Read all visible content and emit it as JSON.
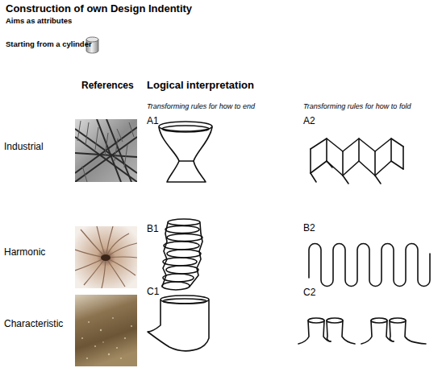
{
  "diagram": {
    "title": "Construction of own Design Indentity",
    "labels": [
      "Aims as attributes",
      "Starting from a cylinder",
      "References",
      "Logical interpretation",
      "Transforming rules for how to end",
      "Transforming rules for how to fold",
      "Industrial",
      "A1",
      "A2",
      "Harmonic",
      "B1",
      "B2",
      "Characteristic",
      "C1",
      "C2"
    ]
  }
}
